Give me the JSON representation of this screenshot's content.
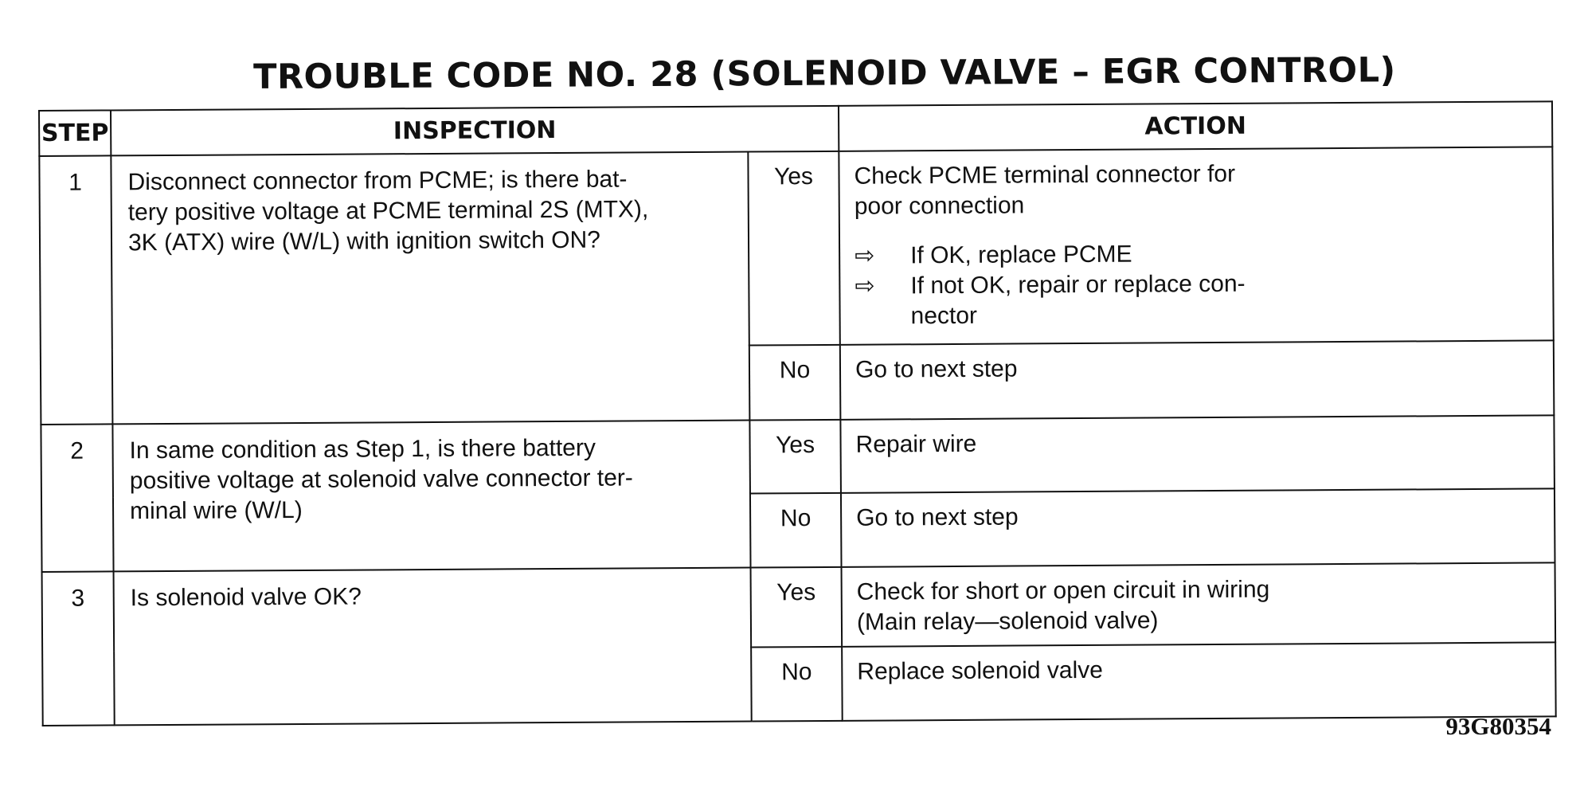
{
  "title": "TROUBLE CODE NO. 28 (SOLENOID VALVE  –  EGR CONTROL)",
  "headers": {
    "step": "STEP",
    "inspection": "INSPECTION",
    "action": "ACTION"
  },
  "steps": [
    {
      "number": "1",
      "inspection": [
        "Disconnect connector from PCME; is there bat-",
        "tery positive voltage at PCME terminal 2S (MTX),",
        "3K (ATX) wire (W/L) with ignition switch ON?"
      ],
      "yes_label": "Yes",
      "yes_action": [
        "Check PCME terminal connector for",
        "poor connection"
      ],
      "yes_bullets": [
        {
          "icon": "right-arrow-outline-icon",
          "symbol": "⇨",
          "lines": [
            "If OK, replace PCME"
          ]
        },
        {
          "icon": "right-arrow-outline-icon",
          "symbol": "⇨",
          "lines": [
            "If not OK, repair or replace con-",
            "nector"
          ]
        }
      ],
      "no_label": "No",
      "no_action": [
        "Go to next step"
      ]
    },
    {
      "number": "2",
      "inspection": [
        "In same condition as Step 1, is there battery",
        "positive voltage at solenoid valve connector ter-",
        "minal wire (W/L)"
      ],
      "yes_label": "Yes",
      "yes_action": [
        "Repair wire"
      ],
      "no_label": "No",
      "no_action": [
        "Go to next step"
      ]
    },
    {
      "number": "3",
      "inspection": [
        "Is solenoid valve OK?"
      ],
      "yes_label": "Yes",
      "yes_action": [
        "Check for short or open circuit in wiring",
        "(Main relay—solenoid valve)"
      ],
      "no_label": "No",
      "no_action": [
        "Replace solenoid valve"
      ]
    }
  ],
  "figure_code": "93G80354"
}
